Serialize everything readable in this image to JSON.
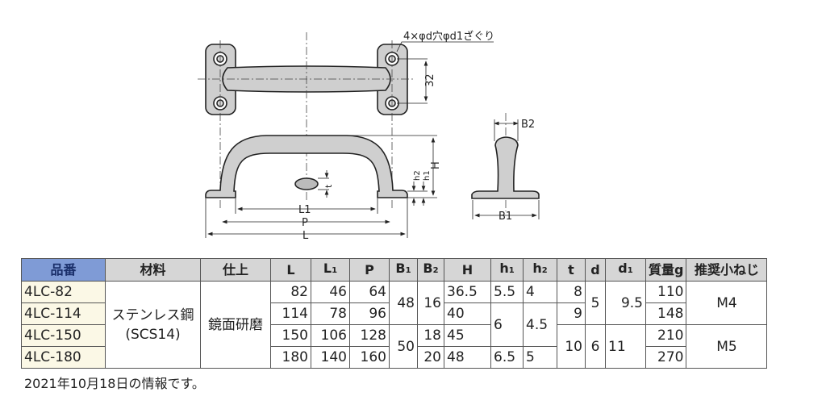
{
  "drawing": {
    "hole_note": "4×φd穴φd1ざぐり",
    "dim_32": "32",
    "L": "L",
    "L1": "L1",
    "P": "P",
    "H": "H",
    "h1": "h1",
    "h2": "h2",
    "t": "t",
    "B1": "B1",
    "B2": "B2"
  },
  "table": {
    "headers": {
      "part": "品番",
      "material": "材料",
      "finish": "仕上",
      "L": "L",
      "L1": "L",
      "L1_sub": "1",
      "P": "P",
      "B1": "B",
      "B1_sub": "1",
      "B2": "B",
      "B2_sub": "2",
      "H": "H",
      "h1": "h",
      "h1_sub": "1",
      "h2": "h",
      "h2_sub": "2",
      "t": "t",
      "d": "d",
      "d1": "d",
      "d1_sub": "1",
      "mass": "質量g",
      "screw": "推奨小ねじ"
    },
    "material": "ステンレス鋼",
    "material_grade": "(SCS14)",
    "finish": "鏡面研磨",
    "rows": [
      {
        "part": "4LC-82",
        "L": "82",
        "L1": "46",
        "P": "64",
        "B1": "48",
        "B2": "16",
        "H": "36.5",
        "h1": "5.5",
        "h2": "4",
        "t": "8",
        "d": "5",
        "d1": "9.5",
        "mass": "110",
        "screw": "M4"
      },
      {
        "part": "4LC-114",
        "L": "114",
        "L1": "78",
        "P": "96",
        "H": "40",
        "h1": "6",
        "h2": "4.5",
        "t": "9",
        "mass": "148"
      },
      {
        "part": "4LC-150",
        "L": "150",
        "L1": "106",
        "P": "128",
        "B1": "50",
        "B2": "18",
        "H": "45",
        "t": "10",
        "d": "6",
        "d1": "11",
        "mass": "210",
        "screw": "M5"
      },
      {
        "part": "4LC-180",
        "L": "180",
        "L1": "140",
        "P": "160",
        "B2": "20",
        "H": "48",
        "h1": "6.5",
        "h2": "5",
        "mass": "270"
      }
    ]
  },
  "note": "2021年10月18日の情報です。"
}
